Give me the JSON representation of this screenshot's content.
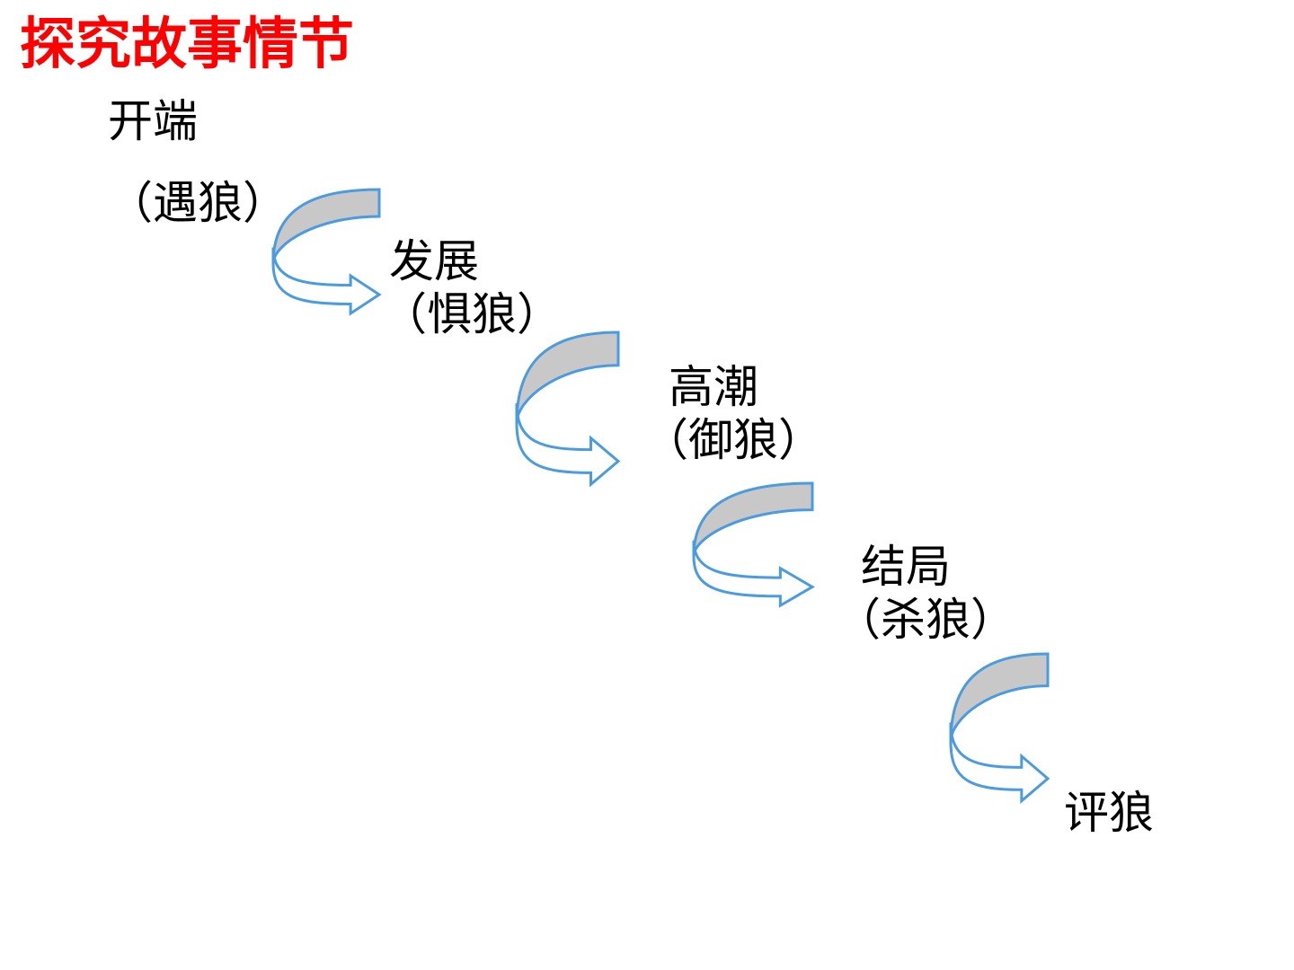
{
  "title": "探究故事情节",
  "colors": {
    "title": "#ff0000",
    "text": "#000000",
    "arrow_stroke": "#4a9be0",
    "arrow_fill_band": "#c8c8c8",
    "arrow_fill_lower": "#ffffff"
  },
  "stages": [
    {
      "name": "开端",
      "detail": "（遇狼）"
    },
    {
      "name": "发展",
      "detail": "（惧狼）"
    },
    {
      "name": "高潮",
      "detail": "（御狼）"
    },
    {
      "name": "结局",
      "detail": "（杀狼）"
    },
    {
      "name": "评狼",
      "detail": ""
    }
  ],
  "connectors": [
    {
      "from": "开端",
      "to": "发展",
      "icon": "curved-arrow-icon"
    },
    {
      "from": "发展",
      "to": "高潮",
      "icon": "curved-arrow-icon"
    },
    {
      "from": "高潮",
      "to": "结局",
      "icon": "curved-arrow-icon"
    },
    {
      "from": "结局",
      "to": "评狼",
      "icon": "curved-arrow-icon"
    }
  ]
}
